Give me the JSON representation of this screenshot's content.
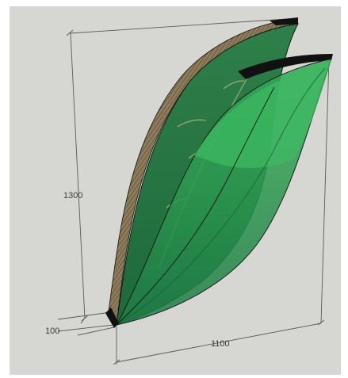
{
  "dimensions": {
    "height_label": "1300",
    "width_label": "1100",
    "thickness_label": "100"
  },
  "colors": {
    "background": "#d6d6d2",
    "leaf_dark": "#1f6b3d",
    "leaf_mid": "#2a8a4d",
    "leaf_light": "#3ea65c",
    "leaf_bright": "#37b25a",
    "edge_wood": "#8e7c5c",
    "outline": "#111111",
    "dimension_line": "#555555"
  },
  "icons": {
    "model": "leaf-sculpture-model"
  }
}
